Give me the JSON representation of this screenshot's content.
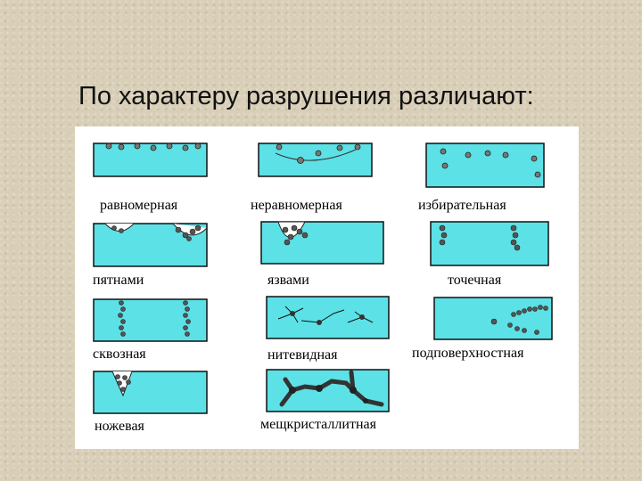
{
  "slide": {
    "title": "По характеру разрушения различают:"
  },
  "colors": {
    "metal": "#5ce1e6",
    "outline": "#111111",
    "corrosion": "#666666"
  },
  "corrosion_types": [
    {
      "label": "равномерная"
    },
    {
      "label": "неравномерная"
    },
    {
      "label": "избирательная"
    },
    {
      "label": "пятнами"
    },
    {
      "label": "язвами"
    },
    {
      "label": "точечная"
    },
    {
      "label": "сквозная"
    },
    {
      "label": "нитевидная"
    },
    {
      "label": "подповерхностная"
    },
    {
      "label": "ножевая"
    },
    {
      "label": "мещкристаллитная"
    }
  ]
}
